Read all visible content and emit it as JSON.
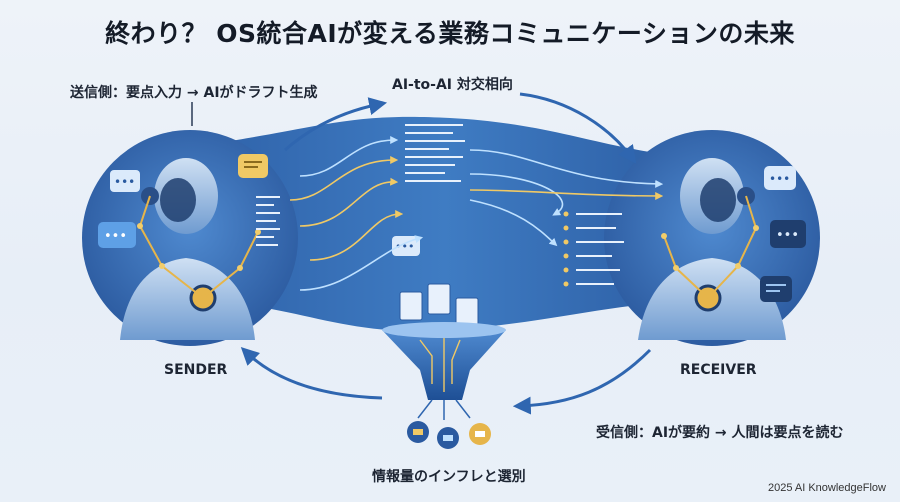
{
  "title": "終わり？ OS統合AIが変える業務コミュニケーションの未来",
  "labels": {
    "sender_desc": "送信側：要点入力 → AIがドラフト生成",
    "ai_to_ai": "AI-to-AI 対交相向",
    "sender": "SENDER",
    "receiver": "RECEIVER",
    "receiver_desc": "受信側：AIが要約 → 人間は要点を読む",
    "funnel": "情報量のインフレと選別"
  },
  "footer": "2025 AI KnowledgeFlow",
  "colors": {
    "band_dark": "#2a5ea8",
    "band_light": "#4b86c8",
    "accent_gold": "#e6b54a",
    "arrow_blue": "#2f66b0"
  }
}
